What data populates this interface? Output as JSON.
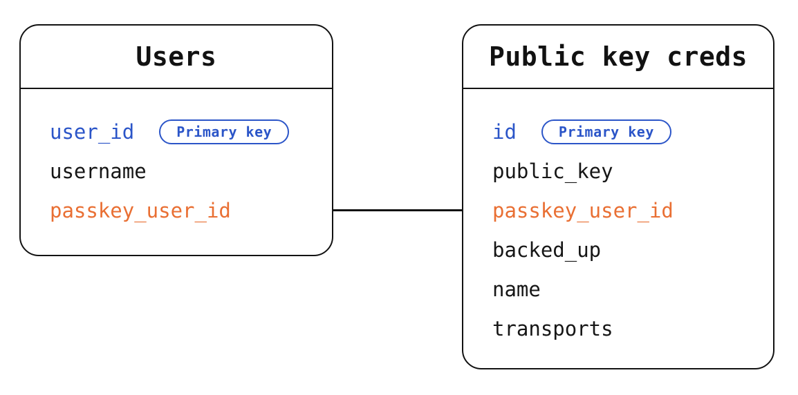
{
  "diagram": {
    "background": "#ffffff",
    "stroke_color": "#121212",
    "accent_blue": "#2B55C8",
    "accent_orange": "#E96F33"
  },
  "tables": [
    {
      "title": "Users",
      "fields": [
        {
          "name": "user_id",
          "color": "blue",
          "badge": "Primary key"
        },
        {
          "name": "username",
          "color": "black"
        },
        {
          "name": "passkey_user_id",
          "color": "orange"
        }
      ]
    },
    {
      "title": "Public key creds",
      "fields": [
        {
          "name": "id",
          "color": "blue",
          "badge": "Primary key"
        },
        {
          "name": "public_key",
          "color": "black"
        },
        {
          "name": "passkey_user_id",
          "color": "orange"
        },
        {
          "name": "backed_up",
          "color": "black"
        },
        {
          "name": "name",
          "color": "black"
        },
        {
          "name": "transports",
          "color": "black"
        }
      ]
    }
  ],
  "relationship": {
    "from_table": "Users",
    "from_field": "passkey_user_id",
    "to_table": "Public key creds",
    "to_field": "passkey_user_id"
  }
}
